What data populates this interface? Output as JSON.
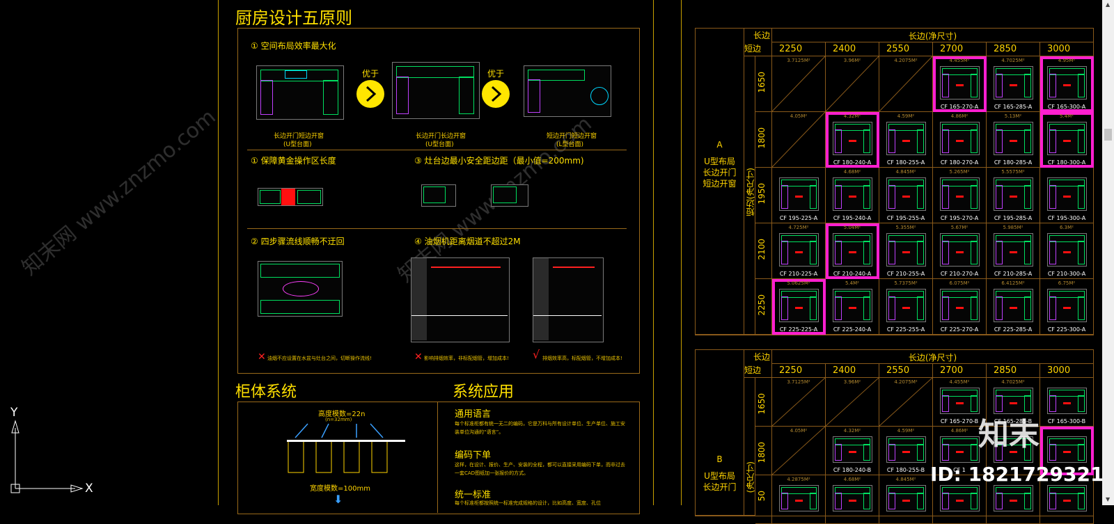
{
  "watermark": {
    "site": "知末网 www.znzmo.com",
    "logo": "知末",
    "id": "ID: 1821729321"
  },
  "left_panel": {
    "title": "厨房设计五原则",
    "principle_1": "① 空间布局效率最大化",
    "better_than": "优于",
    "layouts": [
      {
        "caption": "长边开门短边开窗",
        "sub": "(U型台面)"
      },
      {
        "caption": "长边开门长边开窗",
        "sub": "(U型台面)"
      },
      {
        "caption": "短边开门短边开窗",
        "sub": "(L型台面)"
      }
    ],
    "principle_gold": "① 保障黄金操作区长度",
    "principle_safe": "③ 灶台边最小安全距边距（最小值=200mm)",
    "principle_flow": "② 四步骤流线顺畅不迂回",
    "principle_hood": "④ 油烟机距离烟道不超过2M",
    "note_flow": "油烟不应设置在水盆与灶台之间，切断操作流线!",
    "note_hood_bad": "影响排烟效率，非标配烟管，增加成本!",
    "note_hood_good": "排烟效率高，标配烟管，不增加成本!",
    "cabinet_title": "柜体系统",
    "height_module": "高度模数=22n",
    "height_sub": "(n=32mm)",
    "width_module": "宽度模数=100mm",
    "system_title": "系统应用",
    "sections": [
      {
        "heading": "通用语言",
        "body": "每个标准柜都有统一无二的编码，它是万科与所有设计单位、生产单位、施工安装单位沟通的“语言”。"
      },
      {
        "heading": "编码下单",
        "body": "这样，在设计、报价、生产、安装的全程，都可以直接采用编码下单，而非过去一套CAD图纸加一张报价的方式。"
      },
      {
        "heading": "统一标准",
        "body": "每个标准柜都按照统一标准完成规格的设计，比如高度、宽度、孔位"
      }
    ]
  },
  "axis": {
    "y": "Y",
    "x": "X"
  },
  "table_a": {
    "long_edge": "长边",
    "short_edge": "短边",
    "long_net": "长边(净尺寸)",
    "short_net": "短边(净尺寸)",
    "group_letter": "A",
    "group_desc": [
      "U型布局",
      "长边开门",
      "短边开窗"
    ],
    "cols": [
      "2250",
      "2400",
      "2550",
      "2700",
      "2850",
      "3000"
    ],
    "rows": [
      {
        "label": "1650",
        "cells": [
          {
            "area": "3.7125M²",
            "code": "",
            "empty": true
          },
          {
            "area": "3.96M²",
            "code": "",
            "empty": true
          },
          {
            "area": "4.2075M²",
            "code": "",
            "empty": true
          },
          {
            "area": "4.455M²",
            "code": "CF 165-270-A",
            "hl": true
          },
          {
            "area": "4.7025M²",
            "code": "CF 165-285-A"
          },
          {
            "area": "4.95M²",
            "code": "CF 165-300-A",
            "hl": true
          }
        ]
      },
      {
        "label": "1800",
        "cells": [
          {
            "area": "4.05M²",
            "code": "",
            "empty": true
          },
          {
            "area": "4.32M²",
            "code": "CF 180-240-A",
            "hl": true
          },
          {
            "area": "4.59M²",
            "code": "CF 180-255-A"
          },
          {
            "area": "4.86M²",
            "code": "CF 180-270-A"
          },
          {
            "area": "5.13M²",
            "code": "CF 180-285-A"
          },
          {
            "area": "5.4M²",
            "code": "CF 180-300-A",
            "hl": true
          }
        ]
      },
      {
        "label": "1950",
        "cells": [
          {
            "area": "",
            "code": "CF 195-225-A"
          },
          {
            "area": "4.68M²",
            "code": "CF 195-240-A"
          },
          {
            "area": "4.845M²",
            "code": "CF 195-255-A"
          },
          {
            "area": "5.265M²",
            "code": "CF 195-270-A"
          },
          {
            "area": "5.5575M²",
            "code": "CF 195-285-A"
          },
          {
            "area": "",
            "code": "CF 195-300-A"
          }
        ]
      },
      {
        "label": "2100",
        "cells": [
          {
            "area": "4.725M²",
            "code": "CF 210-225-A"
          },
          {
            "area": "5.04M²",
            "code": "CF 210-240-A",
            "hl": true
          },
          {
            "area": "5.355M²",
            "code": "CF 210-255-A"
          },
          {
            "area": "5.67M²",
            "code": "CF 210-270-A"
          },
          {
            "area": "5.985M²",
            "code": "CF 210-285-A"
          },
          {
            "area": "6.3M²",
            "code": "CF 210-300-A"
          }
        ]
      },
      {
        "label": "2250",
        "cells": [
          {
            "area": "5.0625M²",
            "code": "CF 225-225-A",
            "hl": true
          },
          {
            "area": "5.4M²",
            "code": "CF 225-240-A"
          },
          {
            "area": "5.7375M²",
            "code": "CF 225-255-A"
          },
          {
            "area": "6.075M²",
            "code": "CF 225-270-A"
          },
          {
            "area": "6.4125M²",
            "code": "CF 225-285-A"
          },
          {
            "area": "6.75M²",
            "code": "CF 225-300-A"
          }
        ]
      }
    ]
  },
  "table_b": {
    "long_edge": "长边",
    "short_edge": "短边",
    "long_net": "长边(净尺寸)",
    "short_net": "(净尺寸)",
    "group_letter": "B",
    "group_desc": [
      "U型布局",
      "长边开门"
    ],
    "cols": [
      "2250",
      "2400",
      "2550",
      "2700",
      "2850",
      "3000"
    ],
    "rows": [
      {
        "label": "1650",
        "cells": [
          {
            "area": "3.7125M²",
            "code": "",
            "empty": true
          },
          {
            "area": "3.96M²",
            "code": "",
            "empty": true
          },
          {
            "area": "4.2075M²",
            "code": "",
            "empty": true
          },
          {
            "area": "4.455M²",
            "code": "CF 165-270-B"
          },
          {
            "area": "4.7025M²",
            "code": "CF 165-285-B"
          },
          {
            "area": "",
            "code": "CF 165-300-B"
          }
        ]
      },
      {
        "label": "1800",
        "cells": [
          {
            "area": "4.05M²",
            "code": "",
            "empty": true
          },
          {
            "area": "4.32M²",
            "code": "CF 180-240-B"
          },
          {
            "area": "4.59M²",
            "code": "CF 180-255-B"
          },
          {
            "area": "4.86M²",
            "code": "CF 1"
          },
          {
            "area": "",
            "code": ""
          },
          {
            "area": "",
            "code": "",
            "hl": true
          }
        ]
      },
      {
        "label": "50",
        "cells": [
          {
            "area": "4.2875M²",
            "code": ""
          },
          {
            "area": "4.68M²",
            "code": ""
          },
          {
            "area": "4.845M²",
            "code": ""
          },
          {
            "area": "",
            "code": ""
          },
          {
            "area": "",
            "code": ""
          },
          {
            "area": "",
            "code": ""
          }
        ]
      }
    ]
  }
}
